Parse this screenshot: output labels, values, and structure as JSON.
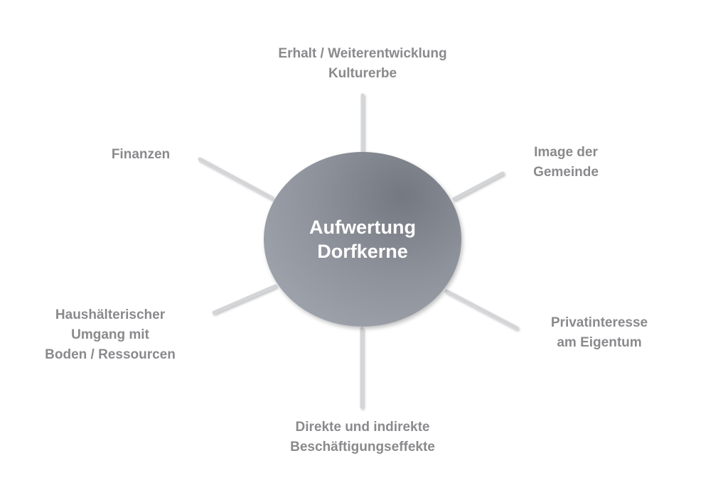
{
  "center": {
    "line1": "Aufwertung",
    "line2": "Dorfkerne"
  },
  "nodes": {
    "top": {
      "line1": "Erhalt / Weiterentwicklung",
      "line2": "Kulturerbe"
    },
    "left": {
      "line1": "Finanzen"
    },
    "right": {
      "line1": "Image der",
      "line2": "Gemeinde"
    },
    "lower_left": {
      "line1": "Haushälterischer",
      "line2": "Umgang mit",
      "line3": "Boden / Ressourcen"
    },
    "lower_right": {
      "line1": "Privatinteresse",
      "line2": "am Eigentum"
    },
    "bottom": {
      "line1": "Direkte und indirekte",
      "line2": "Beschäftigungseffekte"
    }
  },
  "colors": {
    "ellipse": "#8e929b",
    "center_text": "#ffffff",
    "label_text": "#8a8a8d",
    "spoke": "#d4d5d8"
  }
}
